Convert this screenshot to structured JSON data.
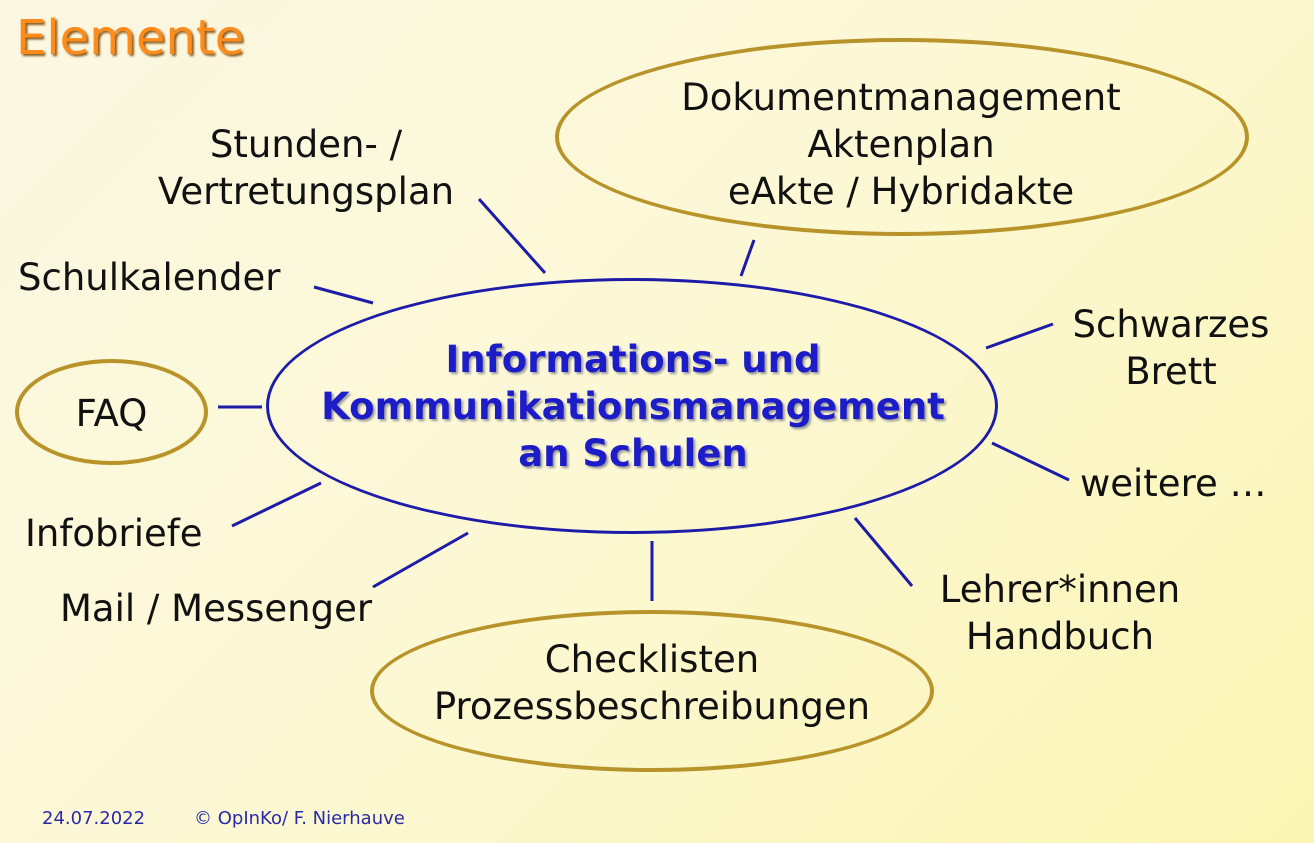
{
  "title": "Elemente",
  "center": {
    "line1": "Informations- und",
    "line2": "Kommunikationsmanagement",
    "line3": "an Schulen"
  },
  "nodes": {
    "dokument": {
      "line1": "Dokumentmanagement",
      "line2": "Aktenplan",
      "line3": "eAkte / Hybridakte"
    },
    "stunden": {
      "line1": "Stunden- /",
      "line2": "Vertretungsplan"
    },
    "schulkalender": "Schulkalender",
    "faq": "FAQ",
    "infobriefe": "Infobriefe",
    "mail": "Mail / Messenger",
    "checklisten": {
      "line1": "Checklisten",
      "line2": "Prozessbeschreibungen"
    },
    "lehrer": {
      "line1": "Lehrer*innen",
      "line2": "Handbuch"
    },
    "weitere": "weitere …",
    "schwarzes": {
      "line1": "Schwarzes",
      "line2": "Brett"
    }
  },
  "footer": {
    "date": "24.07.2022",
    "copyright": "©  OpInKo/ F. Nierhauve"
  },
  "colors": {
    "title": "#ff8c1a",
    "center_text": "#1c1cc8",
    "center_border": "#1c1ca8",
    "node_border": "#b8932a",
    "footer_text": "#2a2aa8"
  }
}
